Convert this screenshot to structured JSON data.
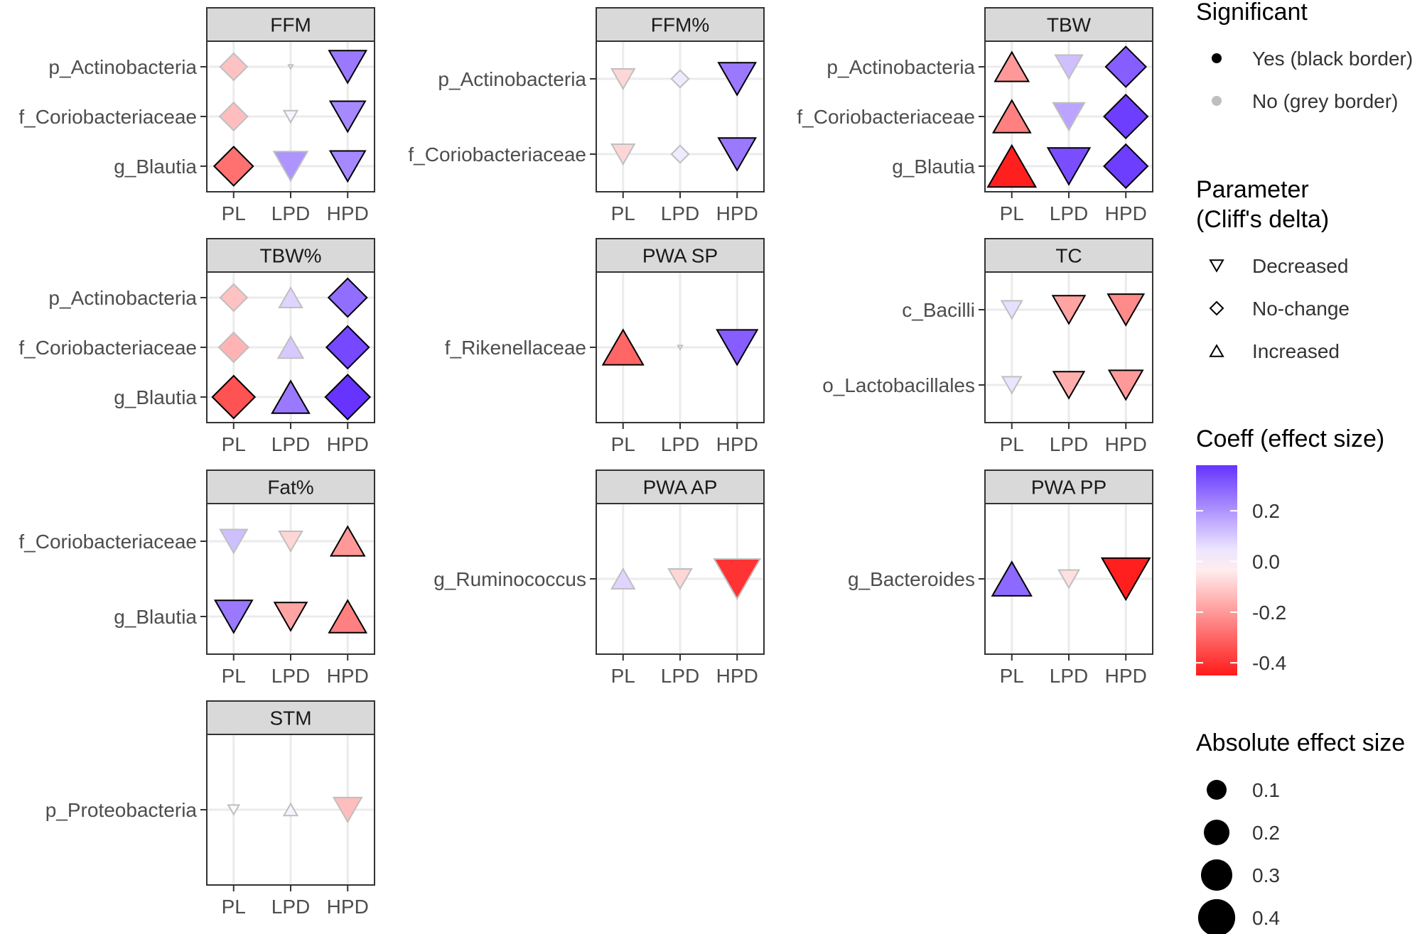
{
  "chart_data": {
    "type": "scatter",
    "x_categories": [
      "PL",
      "LPD",
      "HPD"
    ],
    "color_scale": {
      "low": "#ff1a1a",
      "mid": "#ffffff",
      "high": "#6633ff",
      "range": [
        -0.45,
        0.38
      ]
    },
    "facets": [
      {
        "title": "FFM",
        "rows": [
          "p_Actinobacteria",
          "f_Coriobacteriaceae",
          "g_Blautia"
        ],
        "points": [
          {
            "x": "PL",
            "y": "p_Actinobacteria",
            "coeff": -0.12,
            "shape": "no-change",
            "sig": false
          },
          {
            "x": "LPD",
            "y": "p_Actinobacteria",
            "coeff": 0.0,
            "shape": "decreased",
            "sig": false
          },
          {
            "x": "HPD",
            "y": "p_Actinobacteria",
            "coeff": 0.25,
            "shape": "decreased",
            "sig": true
          },
          {
            "x": "PL",
            "y": "f_Coriobacteriaceae",
            "coeff": -0.13,
            "shape": "no-change",
            "sig": false
          },
          {
            "x": "LPD",
            "y": "f_Coriobacteriaceae",
            "coeff": 0.02,
            "shape": "decreased",
            "sig": false
          },
          {
            "x": "HPD",
            "y": "f_Coriobacteriaceae",
            "coeff": 0.22,
            "shape": "decreased",
            "sig": true
          },
          {
            "x": "PL",
            "y": "g_Blautia",
            "coeff": -0.28,
            "shape": "no-change",
            "sig": true
          },
          {
            "x": "LPD",
            "y": "g_Blautia",
            "coeff": 0.2,
            "shape": "decreased",
            "sig": false
          },
          {
            "x": "HPD",
            "y": "g_Blautia",
            "coeff": 0.22,
            "shape": "decreased",
            "sig": true
          }
        ]
      },
      {
        "title": "FFM%",
        "rows": [
          "p_Actinobacteria",
          "f_Coriobacteriaceae"
        ],
        "points": [
          {
            "x": "PL",
            "y": "p_Actinobacteria",
            "coeff": -0.08,
            "shape": "decreased",
            "sig": false
          },
          {
            "x": "LPD",
            "y": "p_Actinobacteria",
            "coeff": 0.04,
            "shape": "no-change",
            "sig": false
          },
          {
            "x": "HPD",
            "y": "p_Actinobacteria",
            "coeff": 0.25,
            "shape": "decreased",
            "sig": true
          },
          {
            "x": "PL",
            "y": "f_Coriobacteriaceae",
            "coeff": -0.08,
            "shape": "decreased",
            "sig": false
          },
          {
            "x": "LPD",
            "y": "f_Coriobacteriaceae",
            "coeff": 0.04,
            "shape": "no-change",
            "sig": false
          },
          {
            "x": "HPD",
            "y": "f_Coriobacteriaceae",
            "coeff": 0.25,
            "shape": "decreased",
            "sig": true
          }
        ]
      },
      {
        "title": "TBW",
        "rows": [
          "p_Actinobacteria",
          "f_Coriobacteriaceae",
          "g_Blautia"
        ],
        "points": [
          {
            "x": "PL",
            "y": "p_Actinobacteria",
            "coeff": -0.2,
            "shape": "increased",
            "sig": true
          },
          {
            "x": "LPD",
            "y": "p_Actinobacteria",
            "coeff": 0.12,
            "shape": "decreased",
            "sig": false
          },
          {
            "x": "HPD",
            "y": "p_Actinobacteria",
            "coeff": 0.3,
            "shape": "no-change",
            "sig": true
          },
          {
            "x": "PL",
            "y": "f_Coriobacteriaceae",
            "coeff": -0.25,
            "shape": "increased",
            "sig": true
          },
          {
            "x": "LPD",
            "y": "f_Coriobacteriaceae",
            "coeff": 0.17,
            "shape": "decreased",
            "sig": false
          },
          {
            "x": "HPD",
            "y": "f_Coriobacteriaceae",
            "coeff": 0.36,
            "shape": "no-change",
            "sig": true
          },
          {
            "x": "PL",
            "y": "g_Blautia",
            "coeff": -0.44,
            "shape": "increased",
            "sig": true
          },
          {
            "x": "LPD",
            "y": "g_Blautia",
            "coeff": 0.33,
            "shape": "decreased",
            "sig": true
          },
          {
            "x": "HPD",
            "y": "g_Blautia",
            "coeff": 0.36,
            "shape": "no-change",
            "sig": true
          }
        ]
      },
      {
        "title": "TBW%",
        "rows": [
          "p_Actinobacteria",
          "f_Coriobacteriaceae",
          "g_Blautia"
        ],
        "points": [
          {
            "x": "PL",
            "y": "p_Actinobacteria",
            "coeff": -0.12,
            "shape": "no-change",
            "sig": false
          },
          {
            "x": "LPD",
            "y": "p_Actinobacteria",
            "coeff": 0.08,
            "shape": "increased",
            "sig": false
          },
          {
            "x": "HPD",
            "y": "p_Actinobacteria",
            "coeff": 0.27,
            "shape": "no-change",
            "sig": true
          },
          {
            "x": "PL",
            "y": "f_Coriobacteriaceae",
            "coeff": -0.15,
            "shape": "no-change",
            "sig": false
          },
          {
            "x": "LPD",
            "y": "f_Coriobacteriaceae",
            "coeff": 0.1,
            "shape": "increased",
            "sig": false
          },
          {
            "x": "HPD",
            "y": "f_Coriobacteriaceae",
            "coeff": 0.34,
            "shape": "no-change",
            "sig": true
          },
          {
            "x": "PL",
            "y": "g_Blautia",
            "coeff": -0.34,
            "shape": "no-change",
            "sig": true
          },
          {
            "x": "LPD",
            "y": "g_Blautia",
            "coeff": 0.25,
            "shape": "increased",
            "sig": true
          },
          {
            "x": "HPD",
            "y": "g_Blautia",
            "coeff": 0.38,
            "shape": "no-change",
            "sig": true
          }
        ]
      },
      {
        "title": "PWA SP",
        "rows": [
          "f_Rikenellaceae"
        ],
        "points": [
          {
            "x": "PL",
            "y": "f_Rikenellaceae",
            "coeff": -0.3,
            "shape": "increased",
            "sig": true
          },
          {
            "x": "LPD",
            "y": "f_Rikenellaceae",
            "coeff": 0.0,
            "shape": "decreased",
            "sig": false
          },
          {
            "x": "HPD",
            "y": "f_Rikenellaceae",
            "coeff": 0.3,
            "shape": "decreased",
            "sig": true
          }
        ]
      },
      {
        "title": "TC",
        "rows": [
          "c_Bacilli",
          "o_Lactobacillales"
        ],
        "points": [
          {
            "x": "PL",
            "y": "c_Bacilli",
            "coeff": 0.06,
            "shape": "decreased",
            "sig": false
          },
          {
            "x": "LPD",
            "y": "c_Bacilli",
            "coeff": -0.18,
            "shape": "decreased",
            "sig": true
          },
          {
            "x": "HPD",
            "y": "c_Bacilli",
            "coeff": -0.23,
            "shape": "decreased",
            "sig": true
          },
          {
            "x": "PL",
            "y": "o_Lactobacillales",
            "coeff": 0.05,
            "shape": "decreased",
            "sig": false
          },
          {
            "x": "LPD",
            "y": "o_Lactobacillales",
            "coeff": -0.16,
            "shape": "decreased",
            "sig": true
          },
          {
            "x": "HPD",
            "y": "o_Lactobacillales",
            "coeff": -0.2,
            "shape": "decreased",
            "sig": true
          }
        ]
      },
      {
        "title": "Fat%",
        "rows": [
          "f_Coriobacteriaceae",
          "g_Blautia"
        ],
        "points": [
          {
            "x": "PL",
            "y": "f_Coriobacteriaceae",
            "coeff": 0.12,
            "shape": "decreased",
            "sig": false
          },
          {
            "x": "LPD",
            "y": "f_Coriobacteriaceae",
            "coeff": -0.08,
            "shape": "decreased",
            "sig": false
          },
          {
            "x": "HPD",
            "y": "f_Coriobacteriaceae",
            "coeff": -0.2,
            "shape": "increased",
            "sig": true
          },
          {
            "x": "PL",
            "y": "g_Blautia",
            "coeff": 0.25,
            "shape": "decreased",
            "sig": true
          },
          {
            "x": "LPD",
            "y": "g_Blautia",
            "coeff": -0.18,
            "shape": "decreased",
            "sig": true
          },
          {
            "x": "HPD",
            "y": "g_Blautia",
            "coeff": -0.25,
            "shape": "increased",
            "sig": true
          }
        ]
      },
      {
        "title": "PWA AP",
        "rows": [
          "g_Ruminococcus"
        ],
        "points": [
          {
            "x": "PL",
            "y": "g_Ruminococcus",
            "coeff": 0.08,
            "shape": "increased",
            "sig": false
          },
          {
            "x": "LPD",
            "y": "g_Ruminococcus",
            "coeff": -0.08,
            "shape": "decreased",
            "sig": false
          },
          {
            "x": "HPD",
            "y": "g_Ruminococcus",
            "coeff": -0.4,
            "shape": "decreased",
            "sig": false
          }
        ]
      },
      {
        "title": "PWA PP",
        "rows": [
          "g_Bacteroides"
        ],
        "points": [
          {
            "x": "PL",
            "y": "g_Bacteroides",
            "coeff": 0.28,
            "shape": "increased",
            "sig": true
          },
          {
            "x": "LPD",
            "y": "g_Bacteroides",
            "coeff": -0.06,
            "shape": "decreased",
            "sig": false
          },
          {
            "x": "HPD",
            "y": "g_Bacteroides",
            "coeff": -0.44,
            "shape": "decreased",
            "sig": true
          }
        ]
      },
      {
        "title": "STM",
        "rows": [
          "p_Proteobacteria"
        ],
        "points": [
          {
            "x": "PL",
            "y": "p_Proteobacteria",
            "coeff": 0.01,
            "shape": "decreased",
            "sig": false
          },
          {
            "x": "LPD",
            "y": "p_Proteobacteria",
            "coeff": 0.02,
            "shape": "increased",
            "sig": false
          },
          {
            "x": "HPD",
            "y": "p_Proteobacteria",
            "coeff": -0.13,
            "shape": "decreased",
            "sig": false
          }
        ]
      }
    ],
    "legend": {
      "significant": {
        "title": "Significant",
        "items": [
          {
            "label": "Yes (black border)",
            "color": "#000000"
          },
          {
            "label": "No (grey border)",
            "color": "#bfbfbf"
          }
        ]
      },
      "parameter": {
        "title_lines": [
          "Parameter",
          "(Cliff's delta)"
        ],
        "items": [
          {
            "label": "Decreased",
            "shape": "decreased"
          },
          {
            "label": "No-change",
            "shape": "no-change"
          },
          {
            "label": " Increased",
            "shape": "increased"
          }
        ]
      },
      "coeff": {
        "title": "Coeff (effect size)",
        "ticks": [
          {
            "value": 0.2,
            "label": "0.2"
          },
          {
            "value": 0.0,
            "label": "0.0"
          },
          {
            "value": -0.2,
            "label": "-0.2"
          },
          {
            "value": -0.4,
            "label": "-0.4"
          }
        ]
      },
      "abs_size": {
        "title": "Absolute effect size",
        "items": [
          {
            "value": 0.1,
            "label": "0.1"
          },
          {
            "value": 0.2,
            "label": "0.2"
          },
          {
            "value": 0.3,
            "label": "0.3"
          },
          {
            "value": 0.4,
            "label": "0.4"
          }
        ]
      }
    }
  }
}
